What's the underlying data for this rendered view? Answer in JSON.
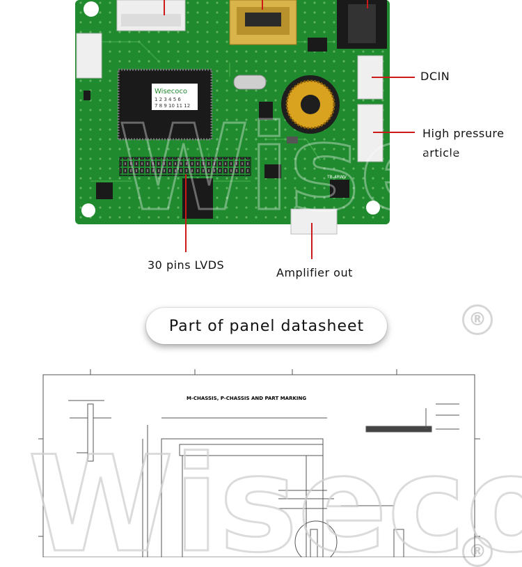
{
  "labels": {
    "dcin": "DCIN",
    "high_pressure_line1": "High pressure",
    "high_pressure_line2": "article",
    "lvds": "30 pins LVDS",
    "amplifier": "Amplifier out"
  },
  "section_title": "Part of panel datasheet",
  "watermark_text": "Wisecoco",
  "registered_mark": "®",
  "chip_logo": "Wisecoco",
  "chip_digits_row1": "1 2 3 4 5 6",
  "chip_digits_row2": "7 8 9 10 11 12",
  "datasheet_title": "M-CHASSIS, P-CHASSIS AND PART MARKING",
  "board_silk": "TB-4RWV",
  "colors": {
    "pcb_green": "#1f8a2e",
    "callout_red": "#cc1a1a",
    "header_black": "#1a1a1a"
  }
}
